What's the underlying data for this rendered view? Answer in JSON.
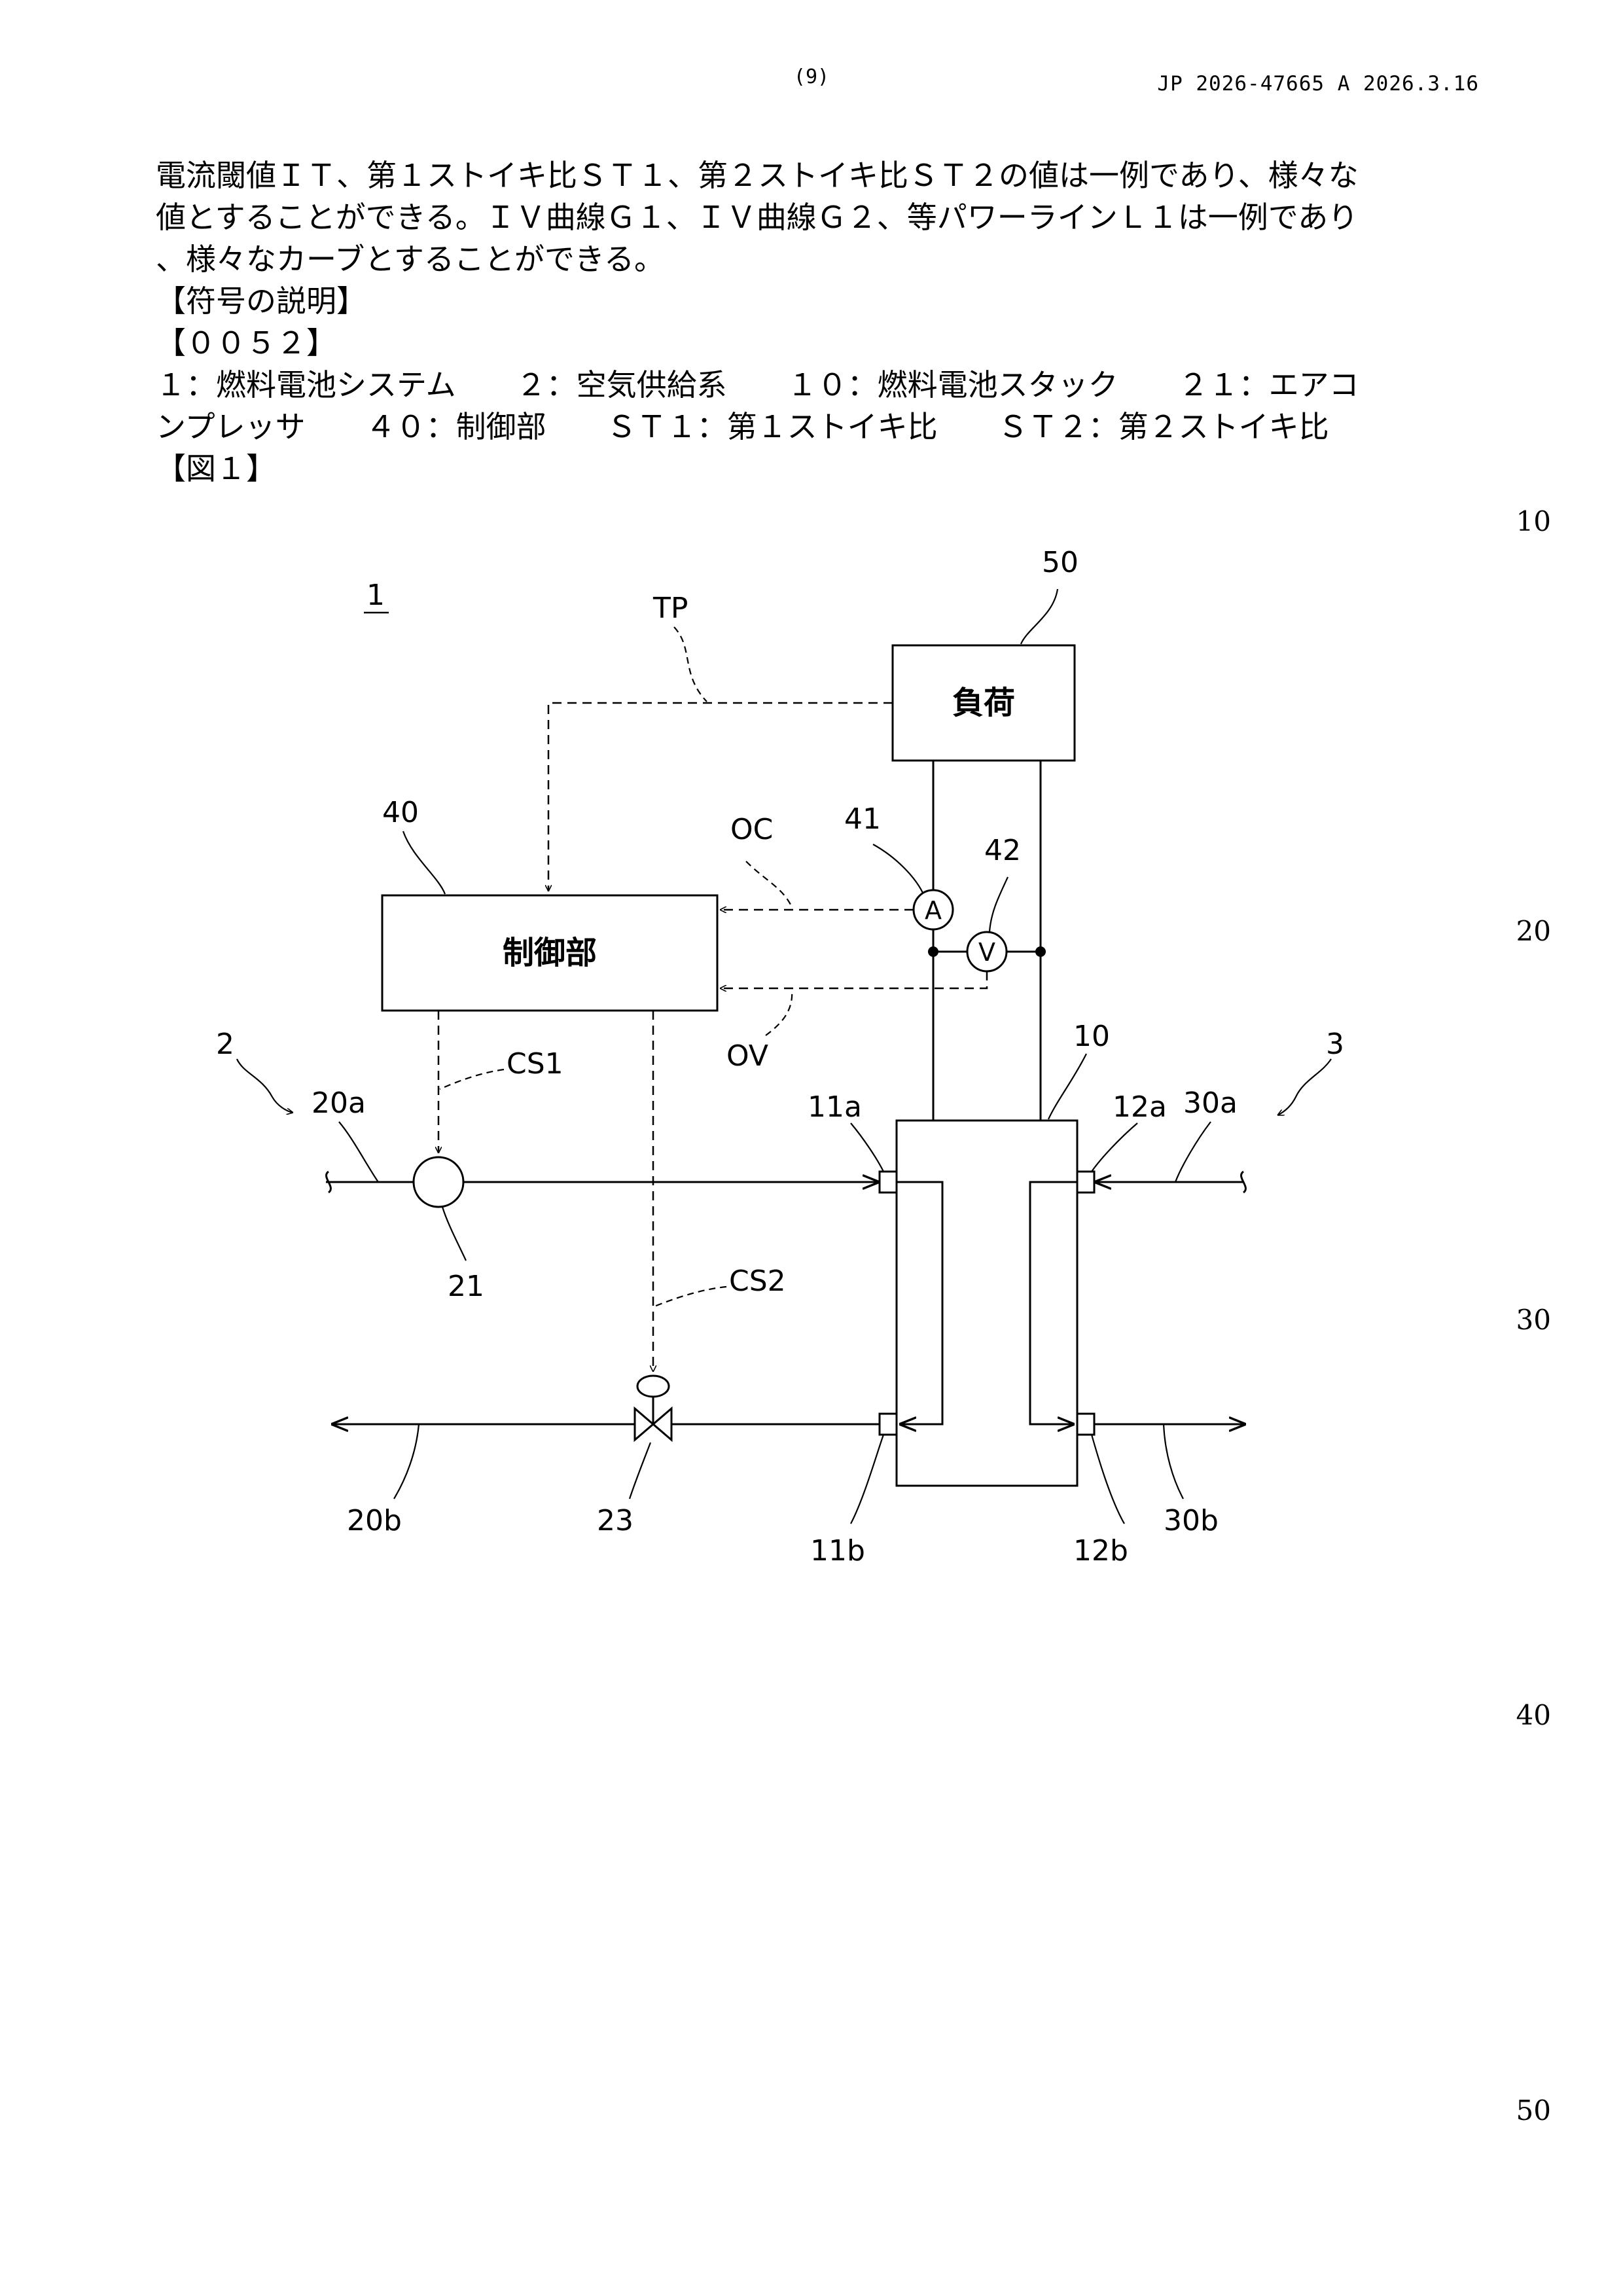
{
  "header": {
    "page_number": "(9)",
    "publication": "JP  2026-47665  A  2026.3.16"
  },
  "body_lines": [
    "電流閾値ＩＴ、第１ストイキ比ＳＴ１、第２ストイキ比ＳＴ２の値は一例であり、様々な",
    "値とすることができる。ＩＶ曲線Ｇ１、ＩＶ曲線Ｇ２、等パワーラインＬ１は一例であり",
    "、様々なカーブとすることができる。",
    "【符号の説明】",
    "【００５２】",
    "１：燃料電池システム　　２：空気供給系　　１０：燃料電池スタック　　２１：エアコ",
    "ンプレッサ　　４０：制御部　　ＳＴ１：第１ストイキ比　　ＳＴ２：第２ストイキ比",
    "【図１】"
  ],
  "line_numbers": [
    "10",
    "20",
    "30",
    "40",
    "50"
  ],
  "figure": {
    "system_ref": "1",
    "load_ref": "50",
    "load_label": "負荷",
    "controller_ref": "40",
    "controller_label": "制御部",
    "tp_label": "TP",
    "oc_label": "OC",
    "ov_label": "OV",
    "ammeter_ref": "41",
    "ammeter_symbol": "A",
    "voltmeter_ref": "42",
    "voltmeter_symbol": "V",
    "cs1_label": "CS1",
    "cs2_label": "CS2",
    "air_system_ref": "2",
    "hydrogen_system_ref": "3",
    "stack_ref": "10",
    "pipe_20a": "20a",
    "pipe_20b": "20b",
    "pipe_30a": "30a",
    "pipe_30b": "30b",
    "port_11a": "11a",
    "port_11b": "11b",
    "port_12a": "12a",
    "port_12b": "12b",
    "compressor_ref": "21",
    "valve_ref": "23"
  }
}
